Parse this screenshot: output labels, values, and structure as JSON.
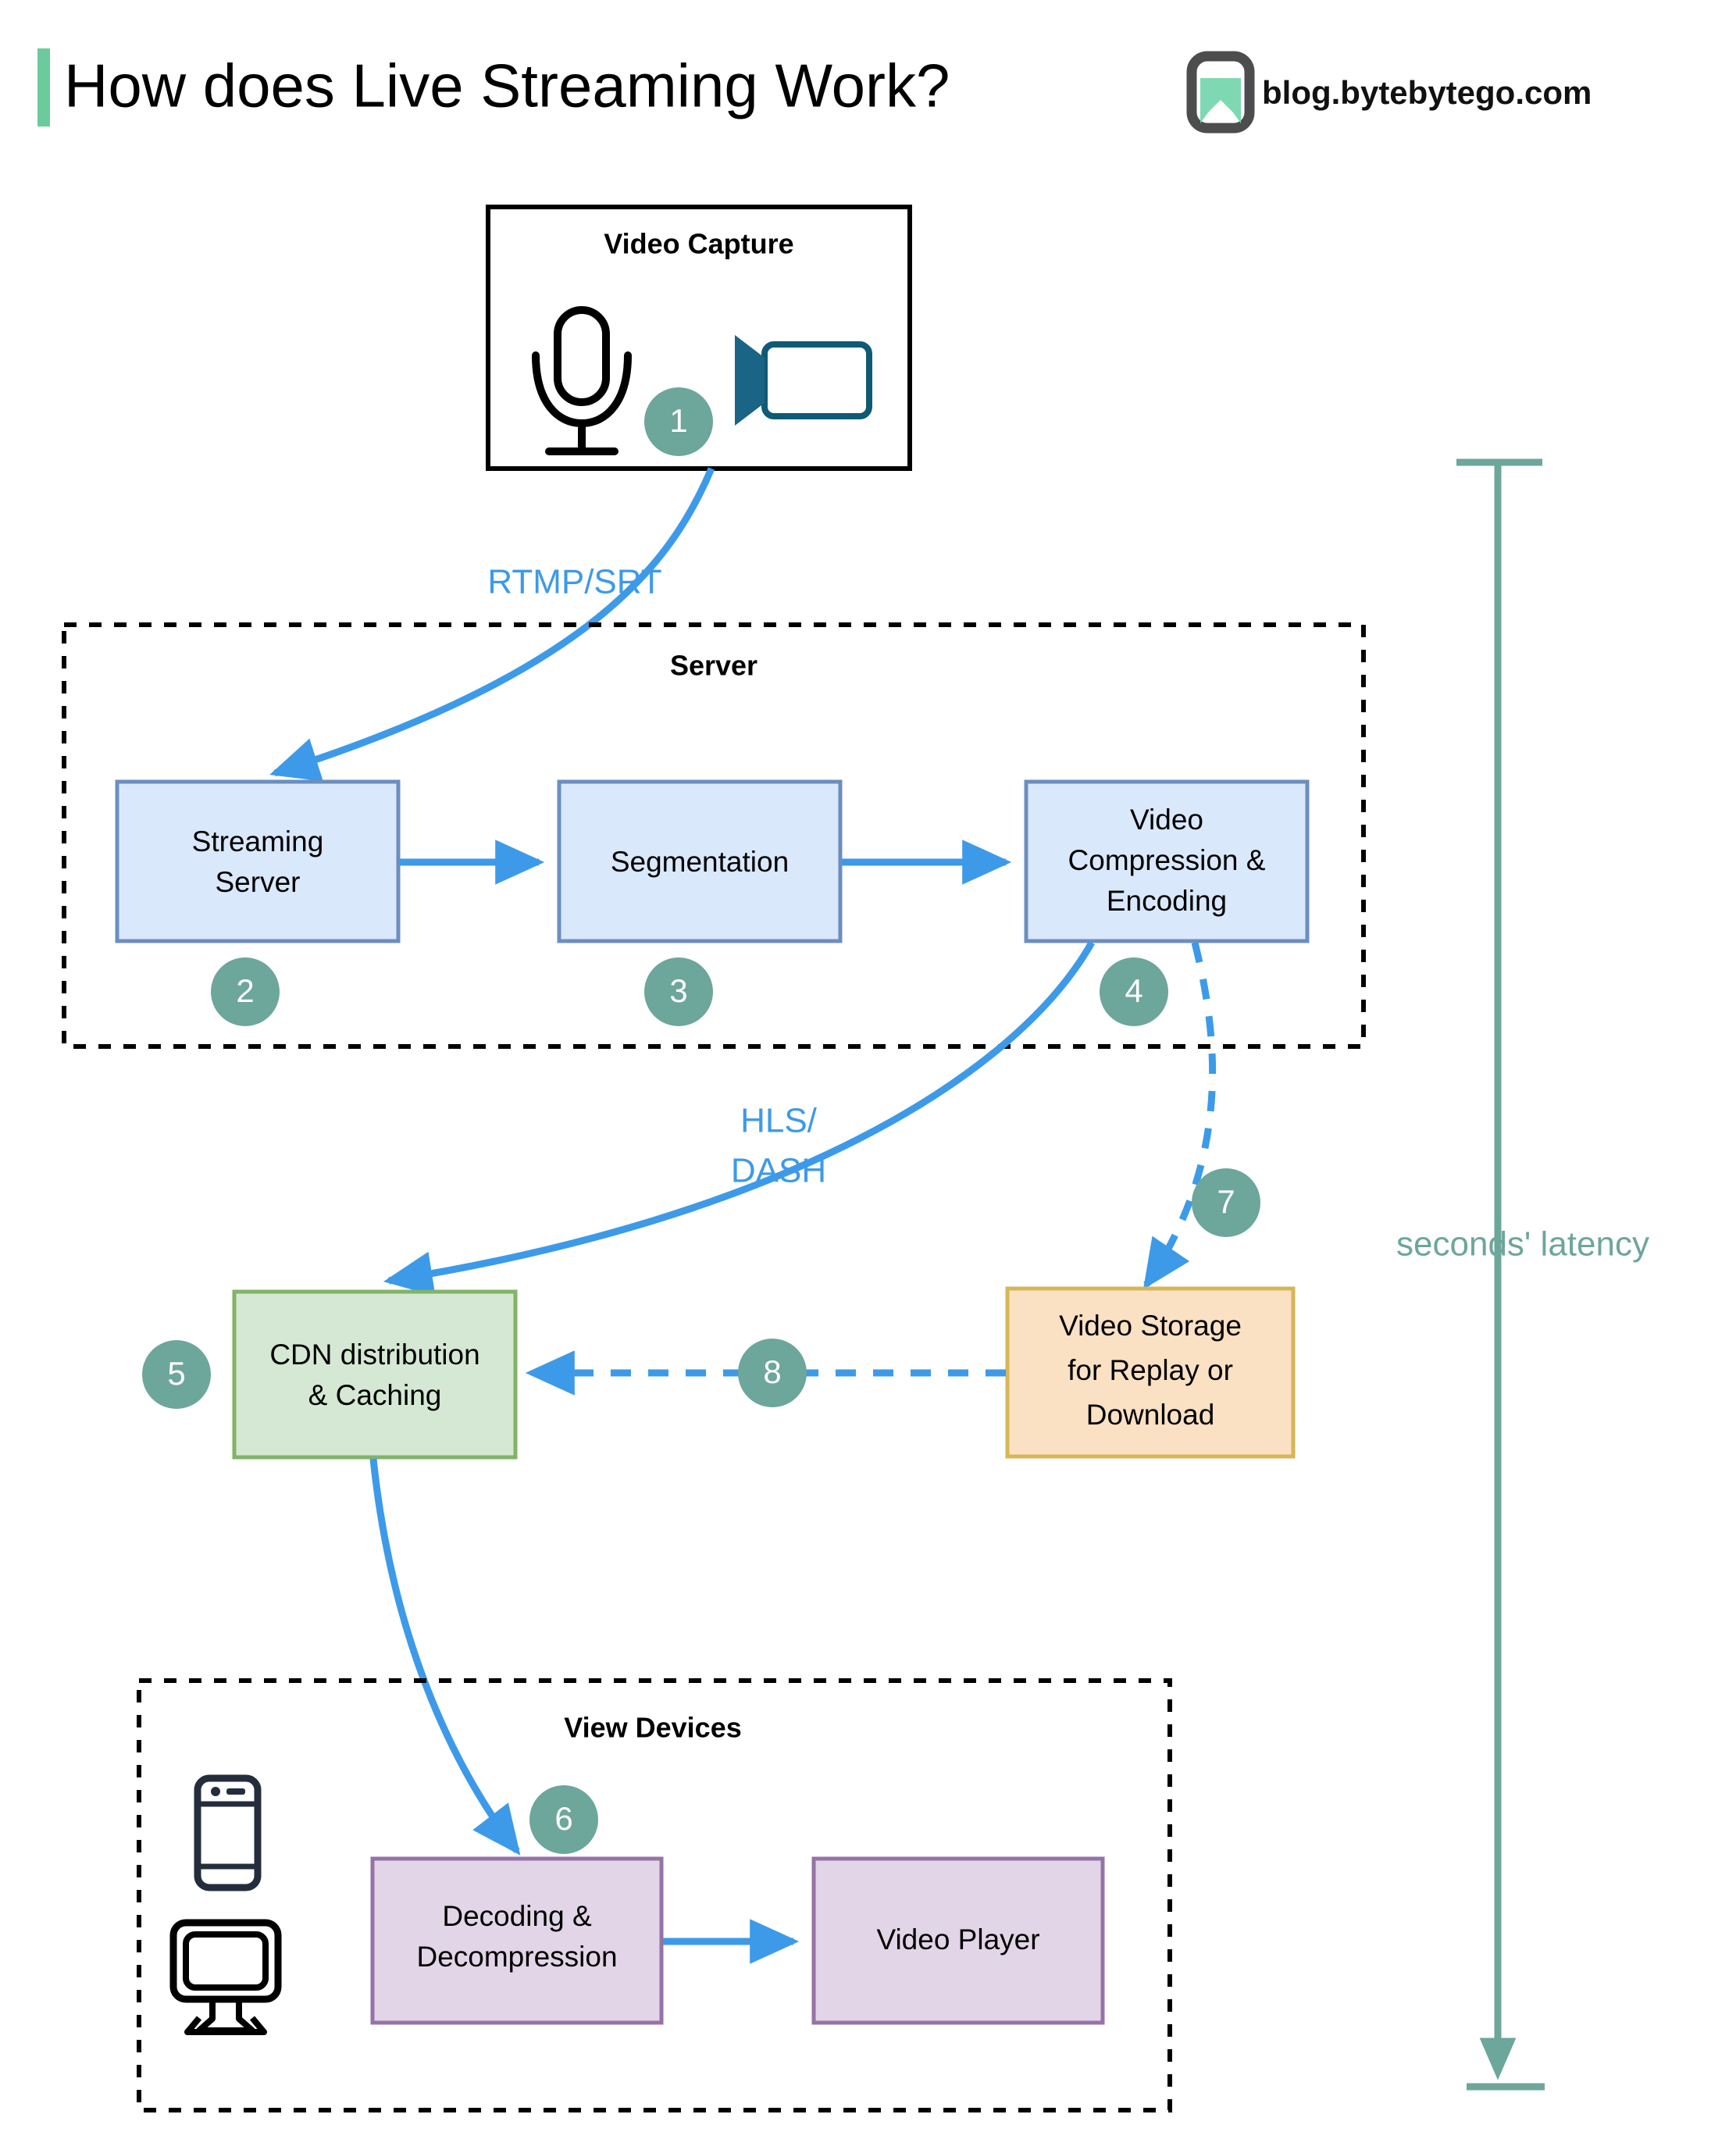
{
  "header": {
    "title": "How does Live Streaming Work?",
    "accent_bar_color": "#6BCB9B",
    "brand": {
      "text": "blog.bytebytego.com",
      "logo_icon": "bytebytego-logo-icon",
      "logo_fill": "#7ED9B2",
      "logo_stroke": "#4D4D4D"
    }
  },
  "theme": {
    "badge_fill": "#6DA69B",
    "badge_text": "#FFFFFF",
    "flow_blue": "#3D9AE8",
    "blue_fill": "#DAE8FC",
    "blue_stroke": "#6C8EBF",
    "green_fill": "#D5E8D4",
    "green_stroke": "#82B366",
    "orange_fill": "#FAE1C3",
    "orange_stroke": "#D6B656",
    "purple_fill": "#E1D5E7",
    "purple_stroke": "#9673A6",
    "container_stroke": "#000000",
    "latency_color": "#6DA69B"
  },
  "groups": [
    {
      "id": "video-capture",
      "title": "Video Capture",
      "style": "solid"
    },
    {
      "id": "server",
      "title": "Server",
      "style": "dashed"
    },
    {
      "id": "view-devices",
      "title": "View Devices",
      "style": "dashed"
    }
  ],
  "nodes": [
    {
      "id": "streaming-server",
      "lines": [
        "Streaming",
        "Server"
      ],
      "color": "blue"
    },
    {
      "id": "segmentation",
      "lines": [
        "Segmentation"
      ],
      "color": "blue"
    },
    {
      "id": "video-compression-encoding",
      "lines": [
        "Video",
        "Compression &",
        "Encoding"
      ],
      "color": "blue"
    },
    {
      "id": "cdn-distribution-caching",
      "lines": [
        "CDN distribution",
        "& Caching"
      ],
      "color": "green"
    },
    {
      "id": "video-storage",
      "lines": [
        "Video Storage",
        "for Replay or",
        "Download"
      ],
      "color": "orange"
    },
    {
      "id": "decoding-decompression",
      "lines": [
        "Decoding &",
        "Decompression"
      ],
      "color": "purple"
    },
    {
      "id": "video-player",
      "lines": [
        "Video Player"
      ],
      "color": "purple"
    }
  ],
  "badges": [
    {
      "n": "1",
      "for": "video-capture"
    },
    {
      "n": "2",
      "for": "streaming-server"
    },
    {
      "n": "3",
      "for": "segmentation"
    },
    {
      "n": "4",
      "for": "video-compression-encoding"
    },
    {
      "n": "5",
      "for": "cdn-distribution-caching"
    },
    {
      "n": "6",
      "for": "decoding-decompression"
    },
    {
      "n": "7",
      "for": "encoding-to-storage-edge"
    },
    {
      "n": "8",
      "for": "storage-to-cdn-edge"
    }
  ],
  "edge_labels": {
    "rtmp_srt": "RTMP/SRT",
    "hls": "HLS/",
    "dash": "DASH"
  },
  "icons": {
    "microphone": "microphone-icon",
    "video_camera": "video-camera-icon",
    "smartphone": "smartphone-icon",
    "monitor": "monitor-icon"
  },
  "latency": {
    "label": "seconds' latency"
  }
}
